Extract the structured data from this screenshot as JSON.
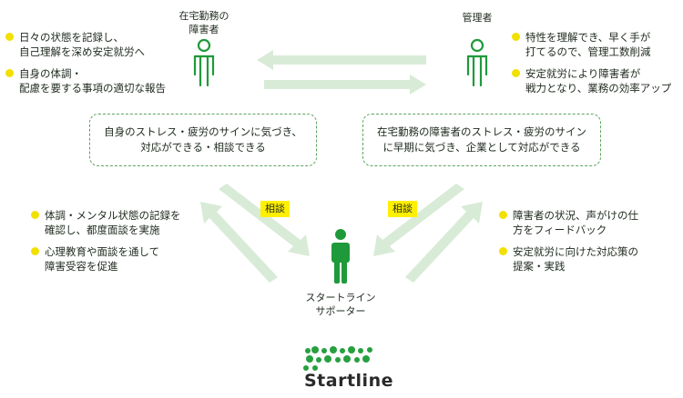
{
  "roles": {
    "worker": [
      "在宅勤務の",
      "障害者"
    ],
    "manager": "管理者",
    "supporter": [
      "スタートライン",
      "サポーター"
    ]
  },
  "worker_points": [
    [
      "日々の状態を記録し、",
      "自己理解を深め安定就労へ"
    ],
    [
      "自身の体調・",
      "配慮を要する事項の適切な報告"
    ]
  ],
  "manager_points": [
    [
      "特性を理解でき、早く手が",
      "打てるので、管理工数削減"
    ],
    [
      "安定就労により障害者が",
      "戦力となり、業務の効率アップ"
    ]
  ],
  "box_left": [
    "自身のストレス・疲労のサインに気づき、",
    "対応ができる・相談できる"
  ],
  "box_right": [
    "在宅勤務の障害者のストレス・疲労のサイン",
    "に早期に気づき、企業として対応ができる"
  ],
  "consult_left": "相談",
  "consult_right": "相談",
  "supporter_left_points": [
    [
      "体調・メンタル状態の記録を",
      "確認し、都度面談を実施"
    ],
    [
      "心理教育や面談を通して",
      "障害受容を促進"
    ]
  ],
  "supporter_right_points": [
    [
      "障害者の状況、声がけの仕",
      "方をフィードバック"
    ],
    [
      "安定就労に向けた対応策の",
      "提案・実践"
    ]
  ],
  "logo": "Startline",
  "colors": {
    "green": "#1f9a3a",
    "arrow": "#d6ead4",
    "bullet": "#f2e000",
    "tag": "#fff000"
  }
}
